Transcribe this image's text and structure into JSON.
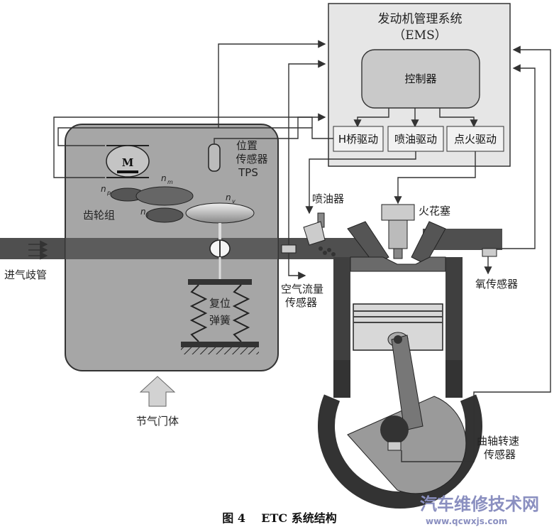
{
  "ems": {
    "title": "发动机管理系统",
    "subtitle": "（EMS）",
    "controller": "控制器"
  },
  "drivers": {
    "h_bridge": "H桥驱动",
    "injector": "喷油驱动",
    "ignition": "点火驱动"
  },
  "throttle": {
    "motor": "M",
    "position_sensor": [
      "位置",
      "传感器",
      "TPS"
    ],
    "gear_set": "齿轮组",
    "gear_labels": {
      "np": "n",
      "np_sub": "p",
      "nm": "n",
      "nm_sub": "m",
      "ni": "n",
      "ni_sub": "i",
      "nv": "n",
      "nv_sub": "v"
    },
    "return_spring": [
      "复位",
      "弹簧"
    ],
    "body": "节气门体"
  },
  "labels": {
    "intake_manifold": "进气歧管",
    "injector": "喷油器",
    "spark_plug": "火花塞",
    "airflow_sensor": [
      "空气流量",
      "传感器"
    ],
    "oxygen_sensor": "氧传感器",
    "crank_sensor": [
      "曲轴转速",
      "传感器"
    ]
  },
  "caption": "图 4    ETC 系统结构",
  "watermark": {
    "main": "汽车维修技术网",
    "url": "www.qcwxjs.com"
  },
  "colors": {
    "housing": "#a6a6a6",
    "pipe": "#4f4f4f",
    "ems_box": "#e6e6e6",
    "controller": "#c9c9c9"
  }
}
